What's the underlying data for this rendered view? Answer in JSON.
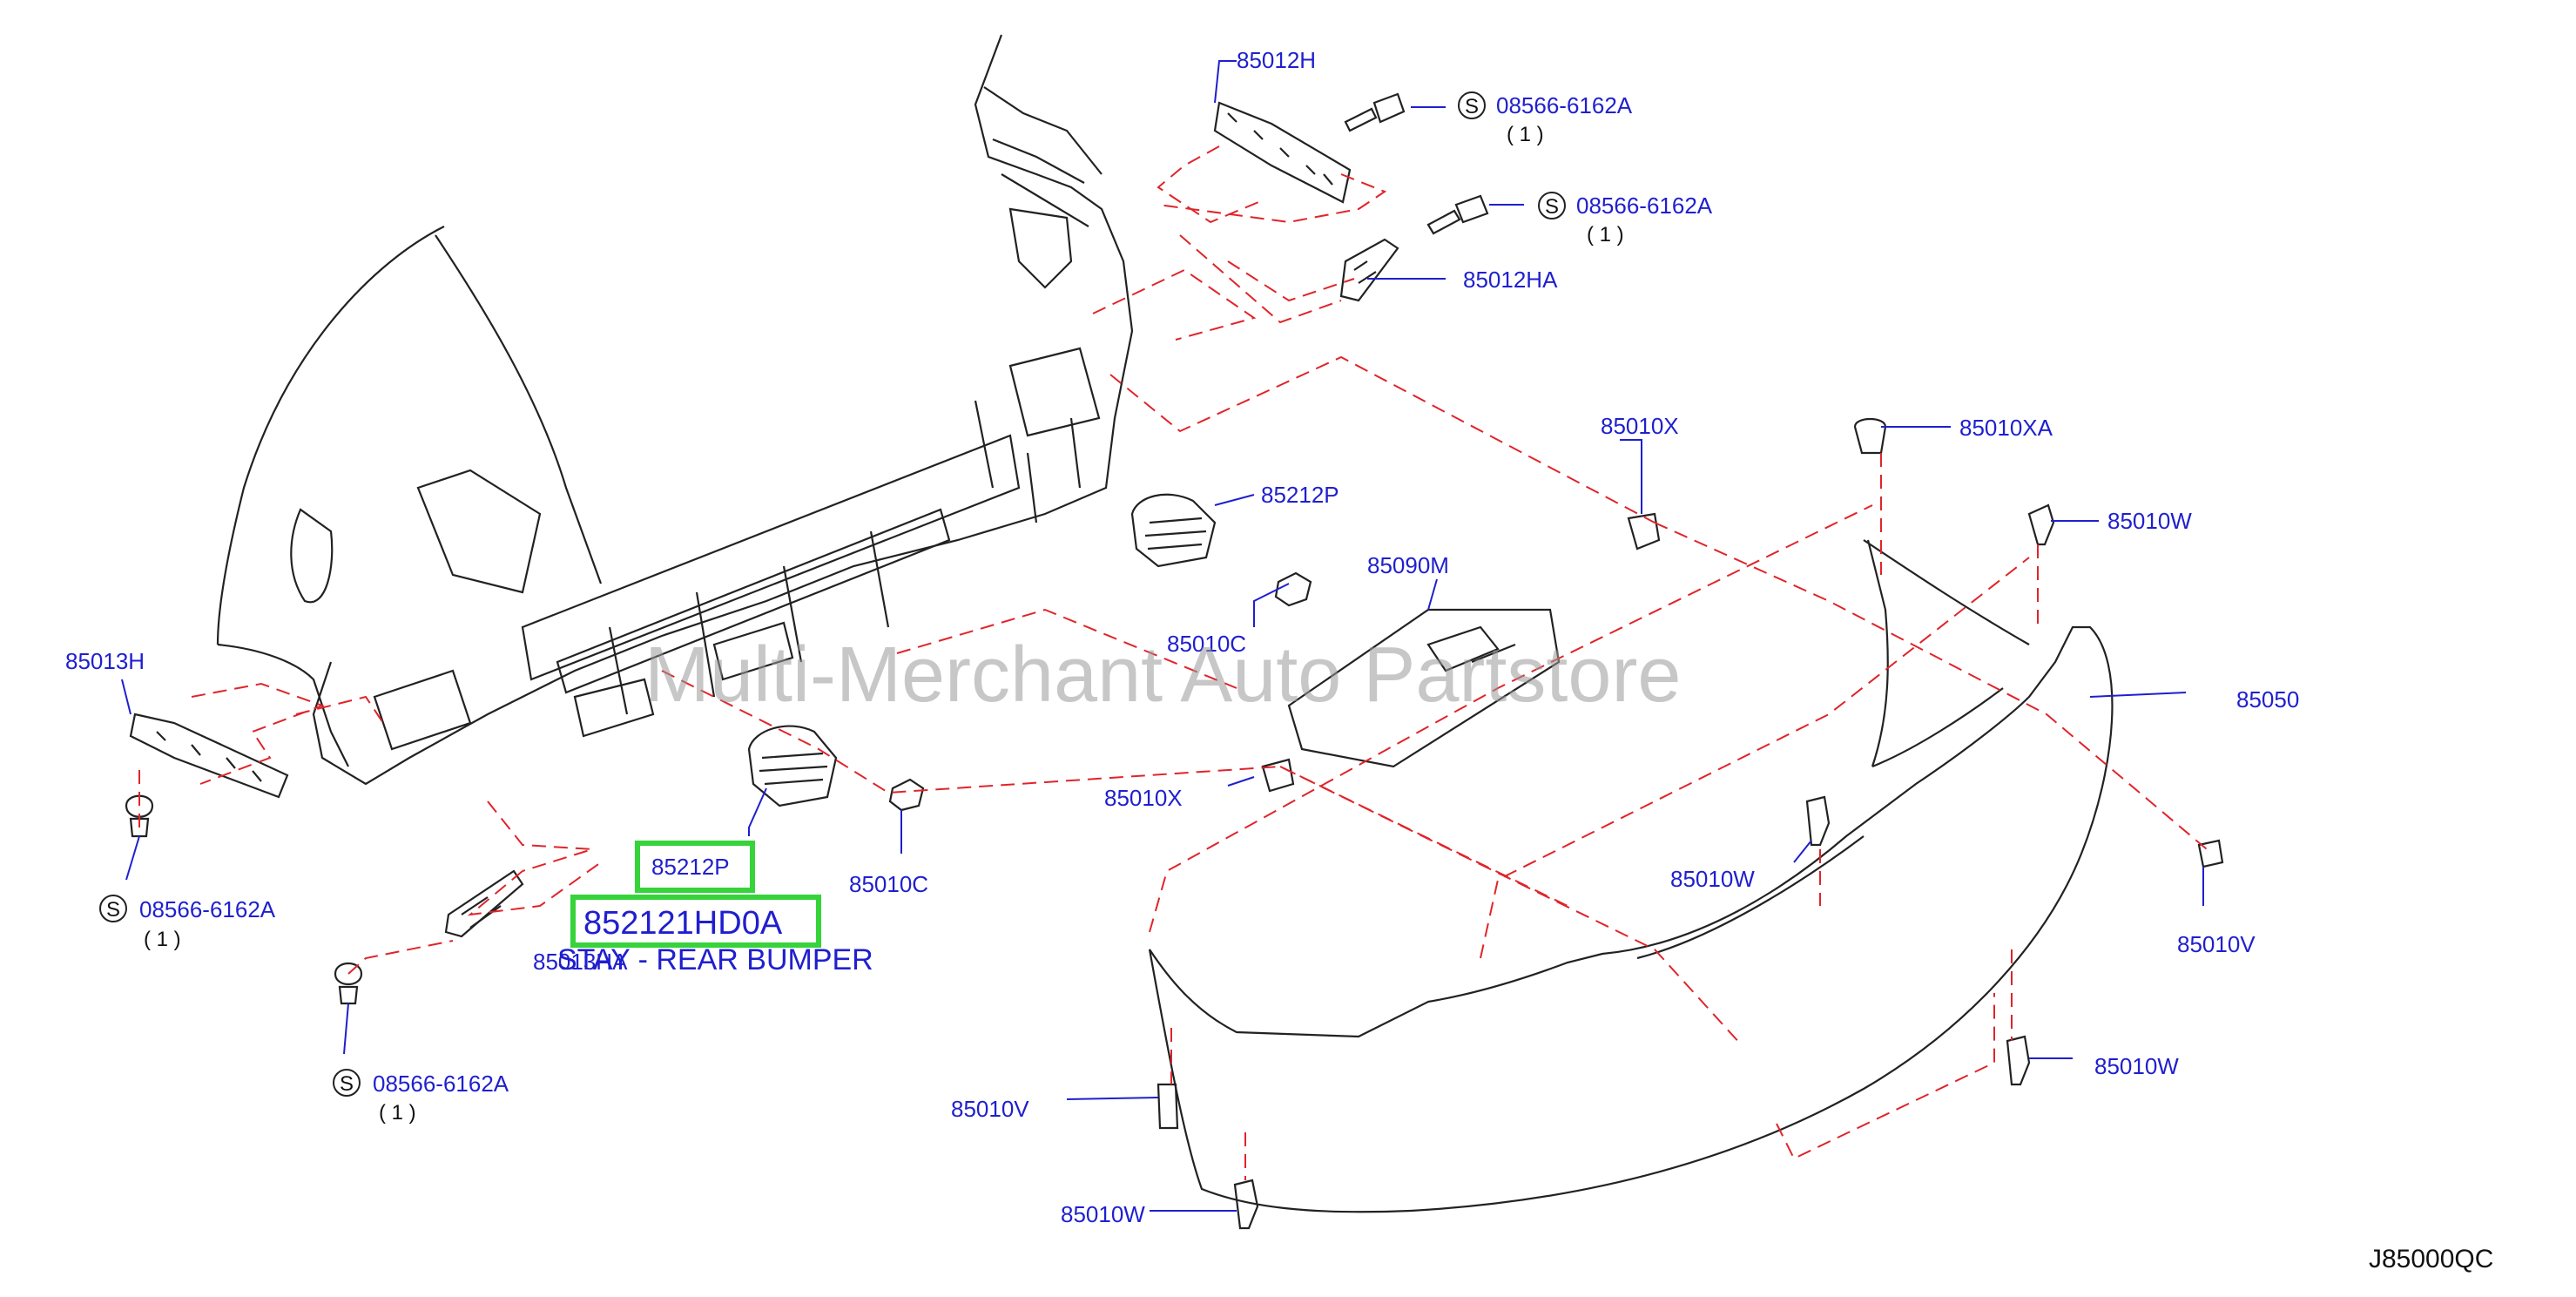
{
  "callouts": {
    "p85012H": "85012H",
    "s1": "08566-6162A",
    "s1_qty": "( 1 )",
    "s2": "08566-6162A",
    "s2_qty": "( 1 )",
    "p85012HA": "85012HA",
    "p85010X_top": "85010X",
    "p85010XA": "85010XA",
    "p85010W_r1": "85010W",
    "p85212P_top": "85212P",
    "p85090M": "85090M",
    "p85010C_top": "85010C",
    "p85013H": "85013H",
    "p85050": "85050",
    "p85010X_mid": "85010X",
    "p85212P_hl": "85212P",
    "p85010C_bot": "85010C",
    "p85010W_mid": "85010W",
    "s3": "08566-6162A",
    "s3_qty": "( 1 )",
    "p85013HA": "85013HA",
    "p85010V_right": "85010V",
    "s4": "08566-6162A",
    "s4_qty": "( 1 )",
    "p85010W_r2": "85010W",
    "p85010V_left": "85010V",
    "p85010W_bottom": "85010W"
  },
  "symbol_s": "S",
  "highlight": {
    "part_code": "852121HD0A",
    "description": "STAY - REAR BUMPER"
  },
  "watermark": "Multi-Merchant Auto Partstore",
  "figure_code": "J85000QC",
  "colors": {
    "label_blue": "#1f1fcf",
    "highlight_green": "#36d33a",
    "dashed_red": "#e0242a",
    "drawing": "#222222"
  }
}
